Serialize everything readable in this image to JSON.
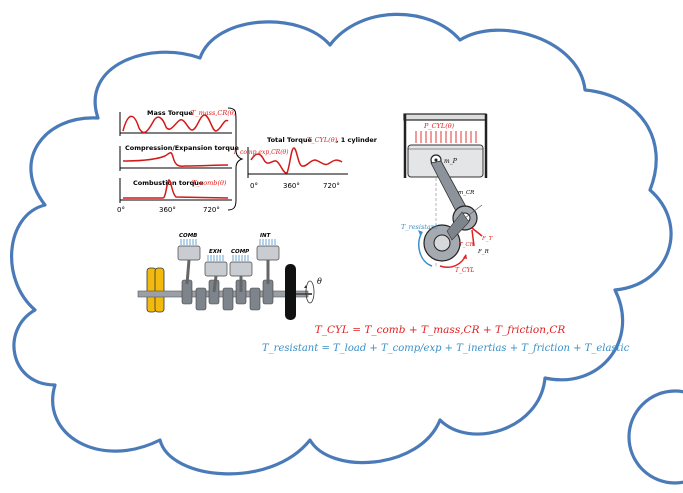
{
  "torque_plots": {
    "mass_label": "Mass Torque",
    "mass_symbol": "T_mass,CR(θ)",
    "comp_label": "Compression/Expansion torque",
    "comp_symbol": "T_comp,exp,CR(θ)",
    "comb_label": "Combustion torque",
    "comb_symbol": "T_comb(θ)",
    "total_label": "Total Torque",
    "total_symbol": "T_CYL(θ)",
    "total_suffix": ", 1 cylinder",
    "x_ticks": [
      "0°",
      "360°",
      "720°"
    ]
  },
  "engine": {
    "cyl_labels": [
      "COMB",
      "EXH",
      "COMP",
      "INT"
    ],
    "angle_symbol": "θ"
  },
  "mechanism": {
    "pressure_label": "P_CYL(θ)",
    "piston_mass": "m_P",
    "rod_mass": "m_CR",
    "resistant_label": "T_resistant",
    "cr_torque": "T_CR",
    "force_t": "F_T",
    "force_r": "F_R",
    "cyl_torque": "T_CYL"
  },
  "equations": {
    "t_cyl": "T_CYL = T_comb + T_mass,CR + T_friction,CR",
    "t_resistant": "T_resistant = T_load + T_comp/exp + T_inertias + T_friction + T_elastic"
  },
  "colors": {
    "cloud_stroke": "#4a7ab8",
    "red": "#e02020",
    "blue": "#3a8fc7",
    "curve": "#d21a1a"
  }
}
